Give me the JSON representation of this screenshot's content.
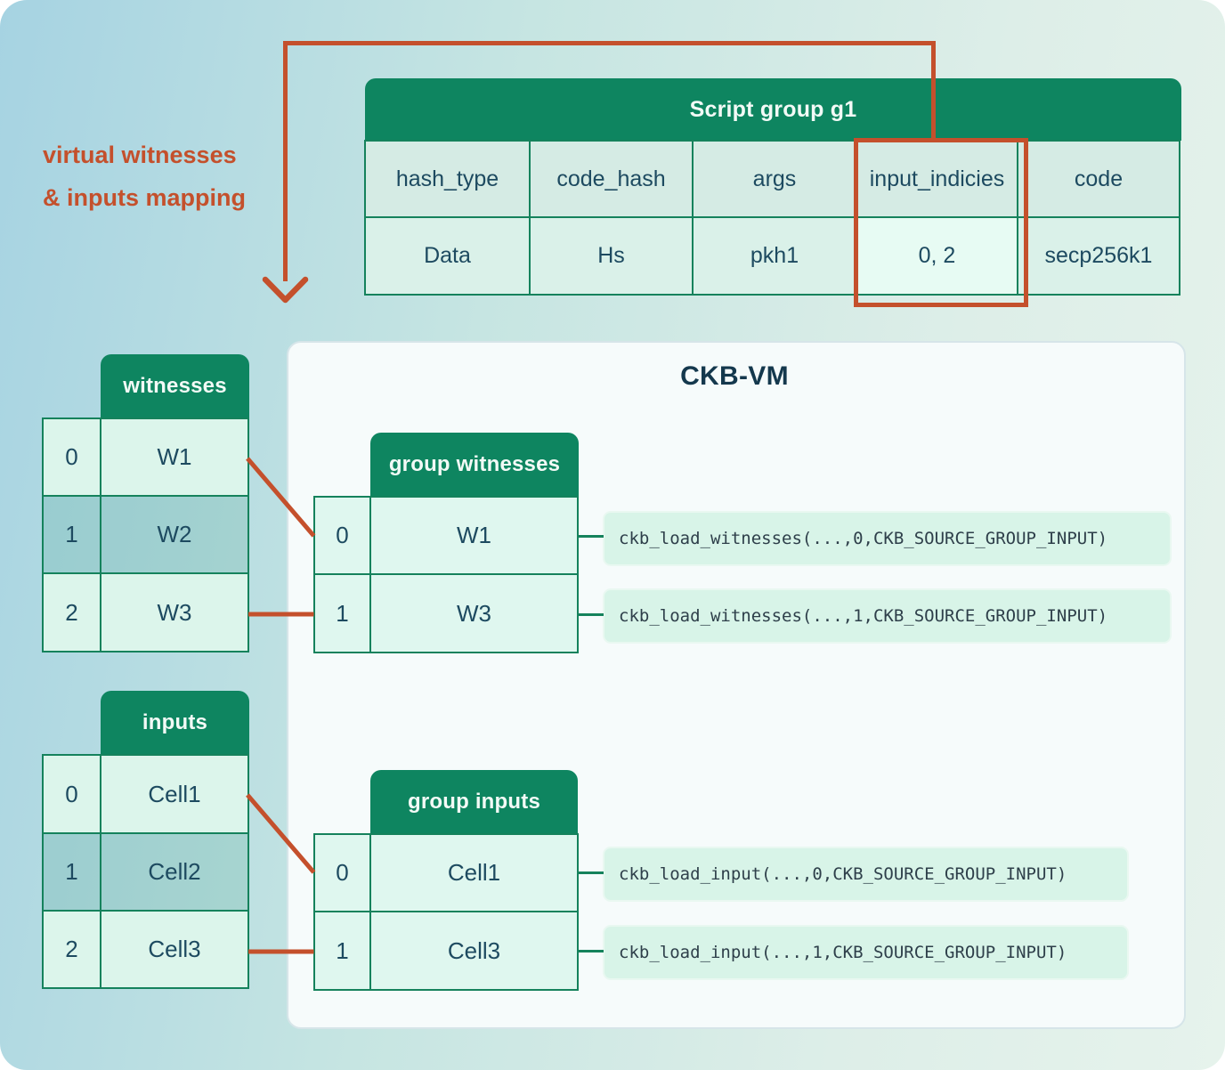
{
  "annotation": {
    "line1": "virtual witnesses",
    "line2": "& inputs mapping"
  },
  "script_group_table": {
    "title": "Script group g1",
    "columns": [
      "hash_type",
      "code_hash",
      "args",
      "input_indicies",
      "code"
    ],
    "values": [
      "Data",
      "Hs",
      "pkh1",
      "0, 2",
      "secp256k1"
    ],
    "highlighted_column": "input_indicies",
    "highlighted_value": "0, 2"
  },
  "witnesses_table": {
    "title": "witnesses",
    "rows": [
      {
        "index": "0",
        "value": "W1"
      },
      {
        "index": "1",
        "value": "W2"
      },
      {
        "index": "2",
        "value": "W3"
      }
    ]
  },
  "inputs_table": {
    "title": "inputs",
    "rows": [
      {
        "index": "0",
        "value": "Cell1"
      },
      {
        "index": "1",
        "value": "Cell2"
      },
      {
        "index": "2",
        "value": "Cell3"
      }
    ]
  },
  "vm": {
    "title": "CKB-VM",
    "group_witnesses": {
      "title": "group witnesses",
      "rows": [
        {
          "index": "0",
          "value": "W1"
        },
        {
          "index": "1",
          "value": "W3"
        }
      ]
    },
    "group_inputs": {
      "title": "group inputs",
      "rows": [
        {
          "index": "0",
          "value": "Cell1"
        },
        {
          "index": "1",
          "value": "Cell3"
        }
      ]
    },
    "witness_calls": [
      "ckb_load_witnesses(...,0,CKB_SOURCE_GROUP_INPUT)",
      "ckb_load_witnesses(...,1,CKB_SOURCE_GROUP_INPUT)"
    ],
    "input_calls": [
      "ckb_load_input(...,0,CKB_SOURCE_GROUP_INPUT)",
      "ckb_load_input(...,1,CKB_SOURCE_GROUP_INPUT)"
    ]
  },
  "colors": {
    "green": "#0e8560",
    "border_green": "#15825c",
    "orange": "#c4502c",
    "dark_text": "#1d4a60",
    "title_text": "#14384d",
    "mint_cell": "#dcf5eb",
    "vm_panel": "#f6fbfb"
  }
}
